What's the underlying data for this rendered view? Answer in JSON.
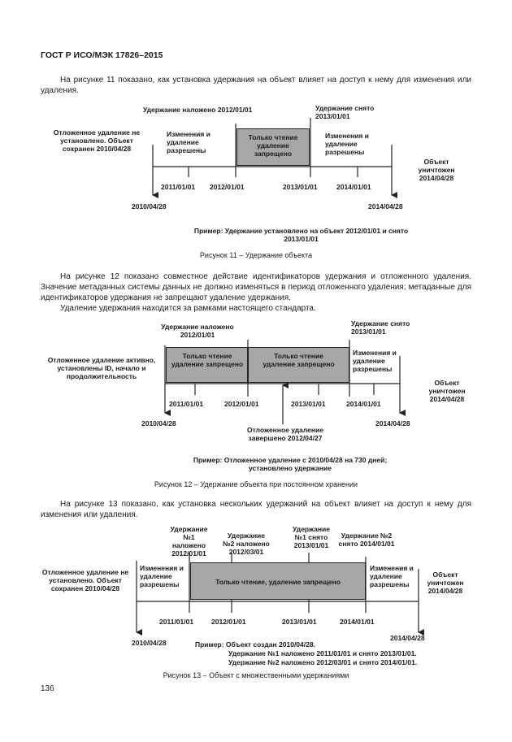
{
  "header": "ГОСТ Р ИСО/МЭК 17826–2015",
  "page_number": "136",
  "para1": "На рисунке 11 показано, как установка удержания на объект влияет на доступ к нему для изменения или удаления.",
  "fig11": {
    "hold_set": "Удержание наложено 2012/01/01",
    "hold_removed": "Удержание снято 2013/01/01",
    "left": "Отложенное удаление не установлено. Объект сохранен 2010/04/28",
    "seg1": "Изменения и удаление разрешены",
    "seg2": "Только чтение удаление запрещено",
    "seg3": "Изменения и удаление разрешены",
    "right": "Объект уничтожен 2014/04/28",
    "ticks": [
      "2011/01/01",
      "2012/01/01",
      "2013/01/01",
      "2014/01/01"
    ],
    "start": "2010/04/28",
    "end": "2014/04/28",
    "example": "Пример: Удержание установлено на объект 2012/01/01 и снято 2013/01/01",
    "caption": "Рисунок 11 – Удержание объекта"
  },
  "para2a": "На рисунке 12 показано совместное действие идентификаторов удержания и отложенного удаления. Значение метаданных системы данных не должно изменяться в период отложенного удаления; метаданные для идентификаторов удержания не запрещают удаление удержания.",
  "para2b": "Удаление удержания находится за рамками настоящего стандарта.",
  "fig12": {
    "hold_set": "Удержание наложено 2012/01/01",
    "hold_removed": "Удержание снято 2013/01/01",
    "left": "Отложенное удаление активно, установлены ID, начало и продолжительность",
    "seg1": "Только чтение удаление запрещено",
    "seg2": "Только чтение удаление запрещено",
    "seg3": "Изменения и удаление разрешены",
    "right": "Объект уничтожен 2014/04/28",
    "ticks": [
      "2011/01/01",
      "2012/01/01",
      "2013/01/01",
      "2014/01/01"
    ],
    "start": "2010/04/28",
    "end": "2014/04/28",
    "retention_end": "Отложенное удаление завершено 2012/04/27",
    "example": "Пример: Отложенное удаление с 2010/04/28 на 730 дней; установлено удержание",
    "caption": "Рисунок 12 – Удержание объекта при постоянном хранении"
  },
  "para3": "На рисунке 13 показано, как установка нескольких удержаний на объект влияет на доступ к нему для изменения или удаления.",
  "fig13": {
    "hold1_set": "Удержание №1 наложено 2012/01/01",
    "hold2_set": "Удержание №2 наложено 2012/03/01",
    "hold1_removed": "Удержание №1 снято 2013/01/01",
    "hold2_removed": "Удержание №2 снято 2014/01/01",
    "left": "Отложенное удаление не установлено. Объект сохранен 2010/04/28",
    "seg1": "Изменения и удаление разрешены",
    "seg2": "Только чтение, удаление запрещено",
    "seg3": "Изменения и удаление разрешены",
    "right": "Объект уничтожен 2014/04/28",
    "ticks": [
      "2011/01/01",
      "2012/01/01",
      "2013/01/01",
      "2014/01/01"
    ],
    "start": "2010/04/28",
    "end": "2014/04/28",
    "example_1": "Пример: Объект создан 2010/04/28.",
    "example_2": "Удержание №1 наложено 2011/01/01 и снято 2013/01/01.",
    "example_3": "Удержание №2 наложено 2012/03/01 и снято 2014/01/01.",
    "caption": "Рисунок 13 – Объект с множественными удержаниями"
  }
}
